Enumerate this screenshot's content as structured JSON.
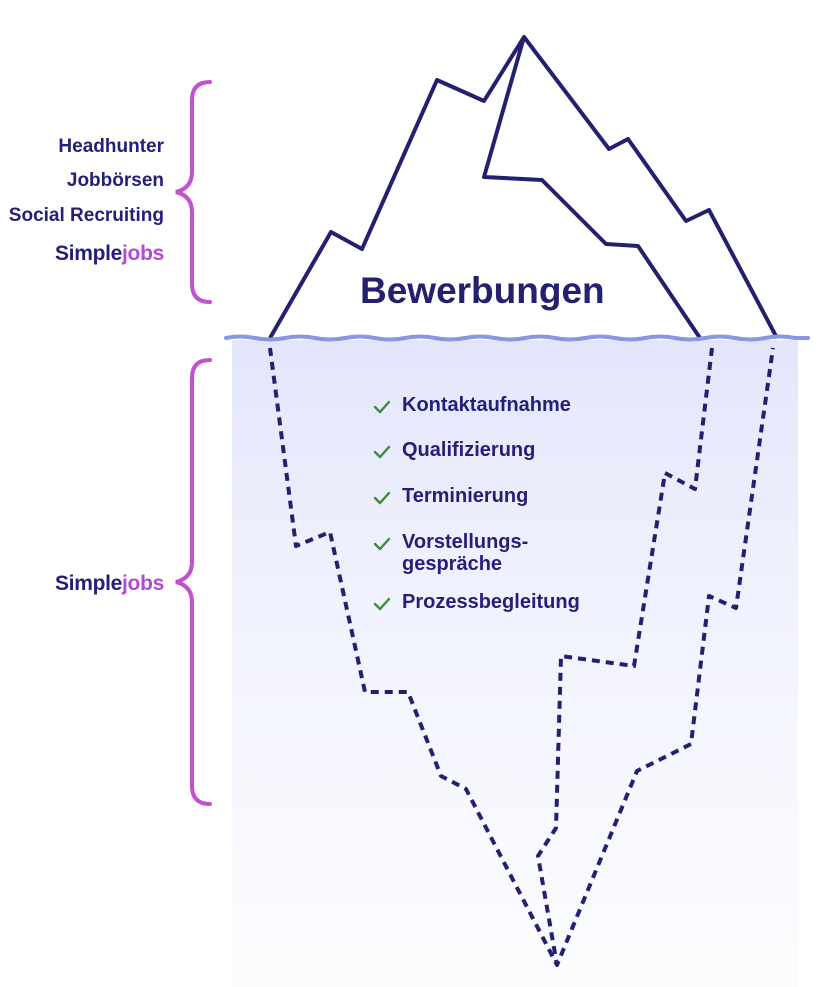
{
  "above_water": {
    "labels": [
      "Headhunter",
      "Jobbörsen",
      "Social Recruiting"
    ],
    "brand": {
      "part1": "Simple",
      "part2": "jobs"
    }
  },
  "headline": "Bewerbungen",
  "below_water": {
    "brand": {
      "part1": "Simple",
      "part2": "jobs"
    },
    "checklist": [
      "Kontaktaufnahme",
      "Qualifizierung",
      "Terminierung",
      "Vorstellungs-\ngespräche",
      "Prozessbegleitung"
    ]
  },
  "colors": {
    "navy": "#24207a",
    "purple": "#b24ad6",
    "brace": "#c44fd0",
    "water_line": "#8b95e0",
    "check": "#3f8a3c"
  }
}
